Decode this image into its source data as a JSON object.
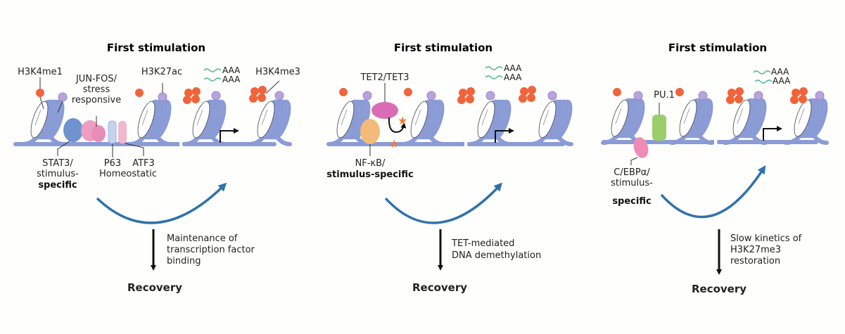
{
  "panels": [
    {
      "title": "First stimulation",
      "marks": {
        "left": "H3K4me1",
        "mid": "H3K27ac",
        "right": "H3K4me3"
      },
      "factors": {
        "top": [
          "JUN-FOS/",
          "stress",
          "responsive"
        ],
        "a": [
          "STAT3/",
          "stimulus-"
        ],
        "a_bold": "specific",
        "b": "P63",
        "c": "ATF3",
        "bc_group": "Homeostatic"
      },
      "transcript": [
        "AAA",
        "AAA"
      ],
      "mechanism": [
        "Maintenance of",
        "transcription factor",
        "binding"
      ],
      "outcome": "Recovery"
    },
    {
      "title": "First stimulation",
      "factors": {
        "top": "TET2/TET3",
        "bottom": "NF-κB/",
        "bottom_bold": "stimulus-specific"
      },
      "transcript": [
        "AAA",
        "AAA"
      ],
      "mechanism": [
        "TET-mediated",
        "DNA demethylation"
      ],
      "outcome": "Recovery"
    },
    {
      "title": "First stimulation",
      "factors": {
        "top": "PU.1",
        "bottom": [
          "C/EBPα/",
          "stimulus-"
        ],
        "bottom_bold": "specific"
      },
      "transcript": [
        "AAA",
        "AAA"
      ],
      "mechanism": [
        "Slow kinetics of",
        "H3K27me3",
        "restoration"
      ],
      "outcome": "Recovery"
    }
  ],
  "colors": {
    "dna": "#8a9bd6",
    "nucleosome_outline": "#444444",
    "methyl_mark": "#f0643c",
    "acetyl_mark": "#b8a4dc",
    "cycle_arrow": "#2f72ab",
    "mrna": "#4fb79a",
    "stat3": "#6e93cf",
    "jun_fos": "#ee9cc0",
    "p63": "#c5d3ef",
    "atf3": "#f0b7cf",
    "tet": "#d96cb5",
    "nfkb": "#f3bb78",
    "pu1": "#9ccd6c",
    "cebpa": "#ef8cb6",
    "star": "#f47c3c"
  }
}
